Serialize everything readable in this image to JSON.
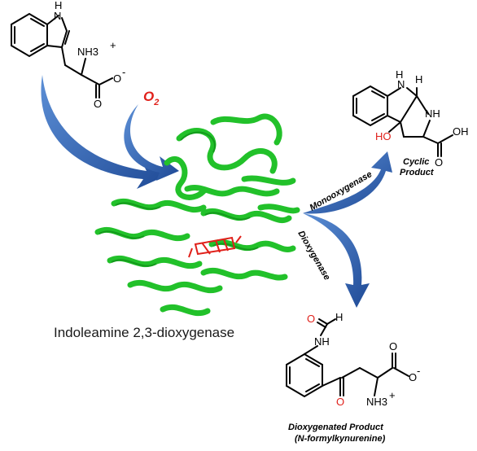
{
  "title": "Indoleamine 2,3-dioxygenase",
  "oxygen": {
    "symbol": "O",
    "subscript": "2"
  },
  "substrate": {
    "nh": "H",
    "nh_n": "N",
    "amine": "NH3",
    "amine_charge": "+",
    "carboxylate_o": "O",
    "carboxylate_charge": "-",
    "carbonyl_o": "O"
  },
  "cyclic_product": {
    "label_line1": "Cyclic",
    "label_line2": "Product",
    "atoms": {
      "nh1": "N",
      "h1": "H",
      "nh2": "NH",
      "h_bridge": "H",
      "oh": "HO",
      "cooh": "OH",
      "co": "O"
    }
  },
  "dioxygenated_product": {
    "label_line1": "Dioxygenated Product",
    "label_line2": "(N-formylkynurenine)",
    "atoms": {
      "formyl_o": "O",
      "formyl_h": "H",
      "nh": "NH",
      "keto_o": "O",
      "carboxylate_o": "O",
      "carboxylate_charge": "-",
      "carbonyl_o": "O",
      "amine": "NH3",
      "amine_charge": "+"
    }
  },
  "pathways": {
    "monooxygenase": "Monooxygenase",
    "dioxygenase": "Dioxygenase"
  },
  "colors": {
    "arrow": "#2f5fb0",
    "protein": "#22c12a",
    "heme": "#e0201a",
    "oxygen_label": "#e0201a"
  }
}
